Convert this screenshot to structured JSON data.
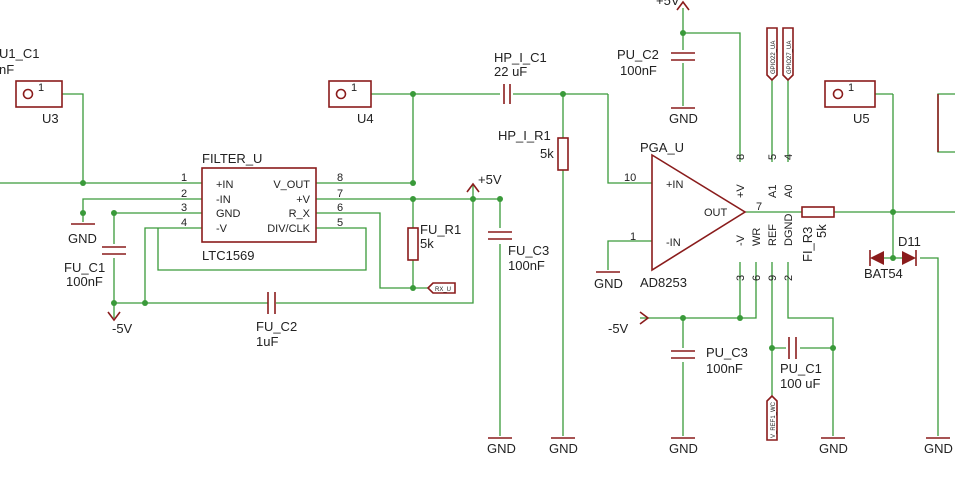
{
  "colors": {
    "wire": "#3a9a3a",
    "symbol": "#8a1c1c",
    "text": "#222222"
  },
  "labels": {
    "u1c1_name": "U1_C1",
    "u1c1_value": "nF",
    "u3": "U3",
    "u4": "U4",
    "u5": "U5",
    "hp_c1_name": "HP_I_C1",
    "hp_c1_value": "22 uF",
    "hp_r1_name": "HP_I_R1",
    "hp_r1_value": "5k",
    "pu_c2_name": "PU_C2",
    "pu_c2_value": "100nF",
    "pga_name": "PGA_U",
    "pga_part": "AD8253",
    "filter_name": "FILTER_U",
    "filter_part": "LTC1569",
    "fu_r1_name": "FU_R1",
    "fu_r1_value": "5k",
    "fu_c3_name": "FU_C3",
    "fu_c3_value": "100nF",
    "fu_c1_name": "FU_C1",
    "fu_c1_value": "100nF",
    "fu_c2_name": "FU_C2",
    "fu_c2_value": "1uF",
    "pu_c3_name": "PU_C3",
    "pu_c3_value": "100nF",
    "pu_c1_name": "PU_C1",
    "pu_c1_value": "100 uF",
    "fi_r3_name": "FI_R3",
    "fi_r3_value": "5k",
    "d11_name": "D11",
    "d11_part": "BAT54",
    "gnd": "GND",
    "plus5v": "+5V",
    "minus5v": "-5V",
    "pin1": "1",
    "rx_u": "RX_U",
    "v_ref_net": "V_REF1_WC",
    "gpio_a": "GPIO22_UA",
    "gpio_b": "GPIO27_UA"
  },
  "filter_pins": {
    "left_nums": [
      "1",
      "2",
      "3",
      "4"
    ],
    "left_names": [
      "+IN",
      "-IN",
      "GND",
      "-V"
    ],
    "right_nums": [
      "8",
      "7",
      "6",
      "5"
    ],
    "right_names": [
      "V_OUT",
      "+V",
      "R_X",
      "DIV/CLK"
    ]
  },
  "pga_pins": {
    "in_plus_num": "10",
    "in_plus": "+IN",
    "in_minus_num": "1",
    "in_minus": "-IN",
    "out_num": "7",
    "out": "OUT",
    "top_nums": [
      "8",
      "5",
      "4"
    ],
    "top_names": [
      "+V",
      "A1",
      "A0"
    ],
    "bottom_nums": [
      "3",
      "6",
      "9",
      "2"
    ],
    "bottom_names": [
      "-V",
      "WR",
      "REF",
      "DGND"
    ]
  }
}
